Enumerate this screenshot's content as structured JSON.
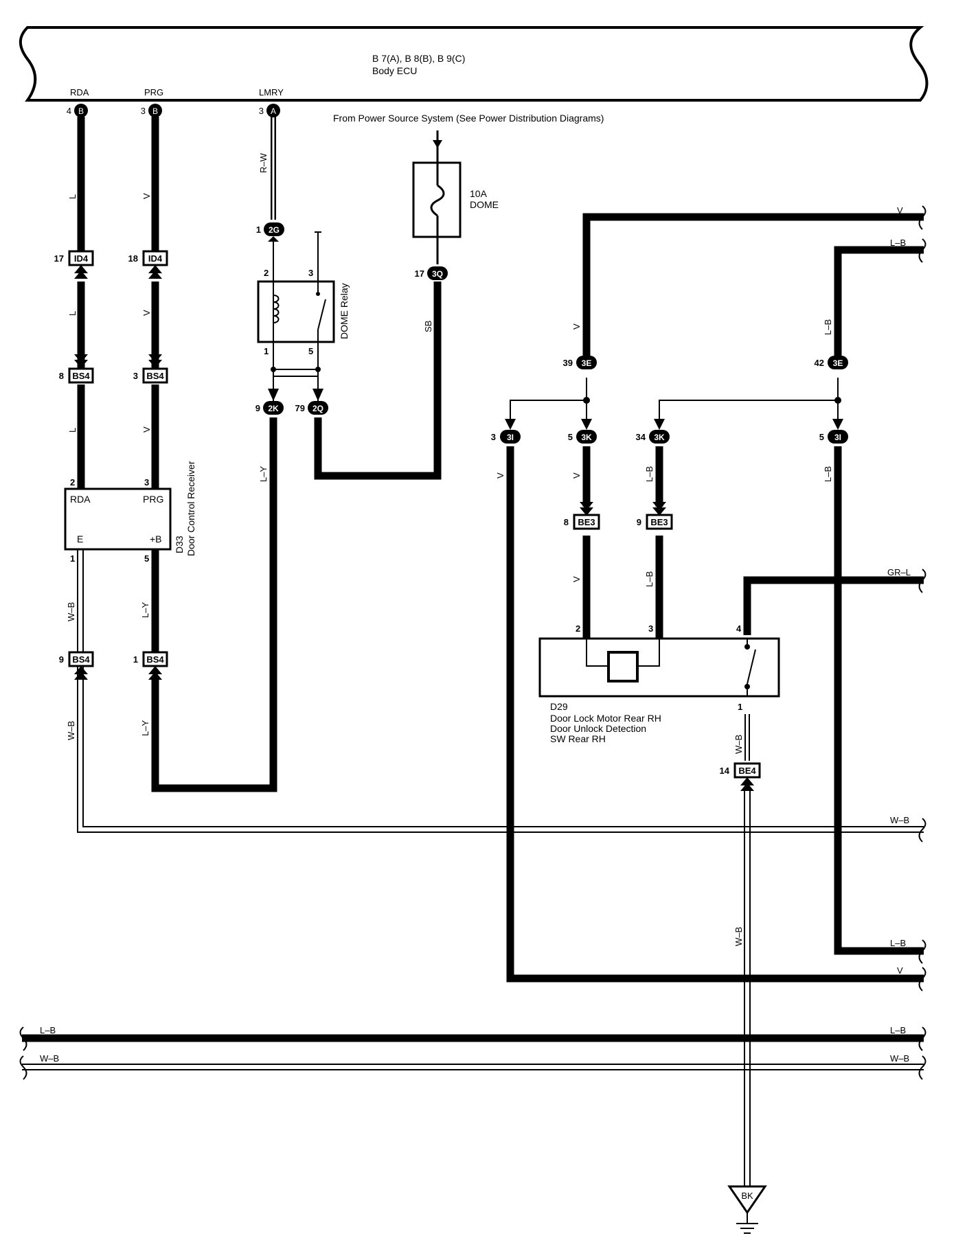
{
  "ecu": {
    "title": "B 7(A), B 8(B), B 9(C)",
    "name": "Body ECU",
    "terminals": {
      "rda": {
        "name": "RDA",
        "pin": "4",
        "conn": "B"
      },
      "prg": {
        "name": "PRG",
        "pin": "3",
        "conn": "B"
      },
      "lmry": {
        "name": "LMRY",
        "pin": "3",
        "conn": "A"
      }
    }
  },
  "power_note": "From Power Source System (See Power Distribution Diagrams)",
  "fuse": {
    "rating": "10A",
    "name": "DOME"
  },
  "relay": {
    "name": "DOME Relay",
    "pin1": "1",
    "pin2": "2",
    "pin3": "3",
    "pin5": "5"
  },
  "receiver": {
    "id": "D33",
    "name": "Door Control Receiver",
    "t_rda": "RDA",
    "t_prg": "PRG",
    "t_e": "E",
    "t_b": "+B",
    "p_rda": "2",
    "p_prg": "3",
    "p_e": "1",
    "p_b": "5"
  },
  "motor": {
    "id": "D29",
    "line1": "Door Lock Motor Rear RH",
    "line2": "Door Unlock Detection",
    "line3": "SW Rear RH",
    "p2": "2",
    "p3": "3",
    "p4": "4",
    "p1": "1"
  },
  "ground": "BK",
  "connectors": {
    "id4a": {
      "pin": "17",
      "label": "ID4"
    },
    "id4b": {
      "pin": "18",
      "label": "ID4"
    },
    "bs4a": {
      "pin": "8",
      "label": "BS4"
    },
    "bs4b": {
      "pin": "3",
      "label": "BS4"
    },
    "bs4c": {
      "pin": "9",
      "label": "BS4"
    },
    "bs4d": {
      "pin": "1",
      "label": "BS4"
    },
    "j2g": {
      "pin": "1",
      "label": "2G"
    },
    "j3q": {
      "pin": "17",
      "label": "3Q"
    },
    "j2k": {
      "pin": "9",
      "label": "2K"
    },
    "j2q": {
      "pin": "79",
      "label": "2Q"
    },
    "j3e1": {
      "pin": "39",
      "label": "3E"
    },
    "j3e2": {
      "pin": "42",
      "label": "3E"
    },
    "j3i1": {
      "pin": "3",
      "label": "3I"
    },
    "j3k1": {
      "pin": "5",
      "label": "3K"
    },
    "j3k2": {
      "pin": "34",
      "label": "3K"
    },
    "j3i2": {
      "pin": "5",
      "label": "3I"
    },
    "be3a": {
      "pin": "8",
      "label": "BE3"
    },
    "be3b": {
      "pin": "9",
      "label": "BE3"
    },
    "be4": {
      "pin": "14",
      "label": "BE4"
    }
  },
  "wires": {
    "l": "L",
    "v": "V",
    "rw": "R–W",
    "sb": "SB",
    "ly": "L–Y",
    "wb": "W–B",
    "lb": "L–B",
    "grl": "GR–L"
  }
}
